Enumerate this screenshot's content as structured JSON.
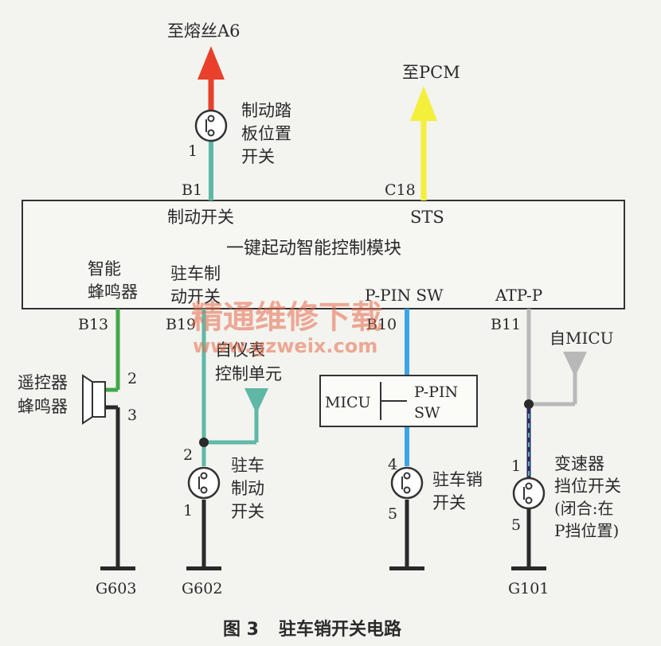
{
  "title": {
    "fig": "图 3",
    "name": "驻车销开关电路"
  },
  "watermark": {
    "cn": "精通维修下载",
    "url": "www.gzweix.com"
  },
  "module": {
    "name": "一键起动智能控制模块",
    "brake_switch": "制动开关",
    "sts": "STS",
    "smart_buzzer": [
      "智能",
      "蜂鸣器"
    ],
    "park_brake": [
      "驻车制",
      "动开关"
    ],
    "ppin_sw": "P-PIN SW",
    "atp_p": "ATP-P"
  },
  "pins": {
    "b1": "B1",
    "c18": "C18",
    "b13": "B13",
    "b19": "B19",
    "b10": "B10",
    "b11": "B11"
  },
  "top": {
    "fuse": "至熔丝A6",
    "pcm": "至PCM",
    "brake_pedal_switch": [
      "制动踏",
      "板位置",
      "开关"
    ],
    "brake_pedal_pin": "1"
  },
  "left": {
    "remote_buzzer": [
      "遥控器",
      "蜂鸣器"
    ],
    "pin2": "2",
    "pin3": "3",
    "ground": "G603"
  },
  "mid_left": {
    "from_cluster": [
      "自仪表",
      "控制单元"
    ],
    "park_brake_switch": [
      "驻车",
      "制动",
      "开关"
    ],
    "pin2": "2",
    "pin1": "1",
    "ground": "G602"
  },
  "mid_right": {
    "micu": "MICU",
    "ppin": "P-PIN",
    "sw": "SW",
    "park_pin_switch": [
      "驻车销",
      "开关"
    ],
    "pin4": "4",
    "pin5": "5"
  },
  "right": {
    "from_micu": "自MICU",
    "trans_switch": [
      "变速器",
      "挡位开关",
      "(闭合:在",
      "P挡位置)"
    ],
    "pin1": "1",
    "pin5": "5",
    "ground": "G101"
  },
  "colors": {
    "red": "#e8402a",
    "yellow": "#f4ef3a",
    "teal": "#5fb8a6",
    "green": "#3fa84a",
    "blue": "#3aa6e6",
    "gray": "#b8b8b8",
    "black": "#2a2a2a",
    "navy": "#2c2c6a"
  }
}
